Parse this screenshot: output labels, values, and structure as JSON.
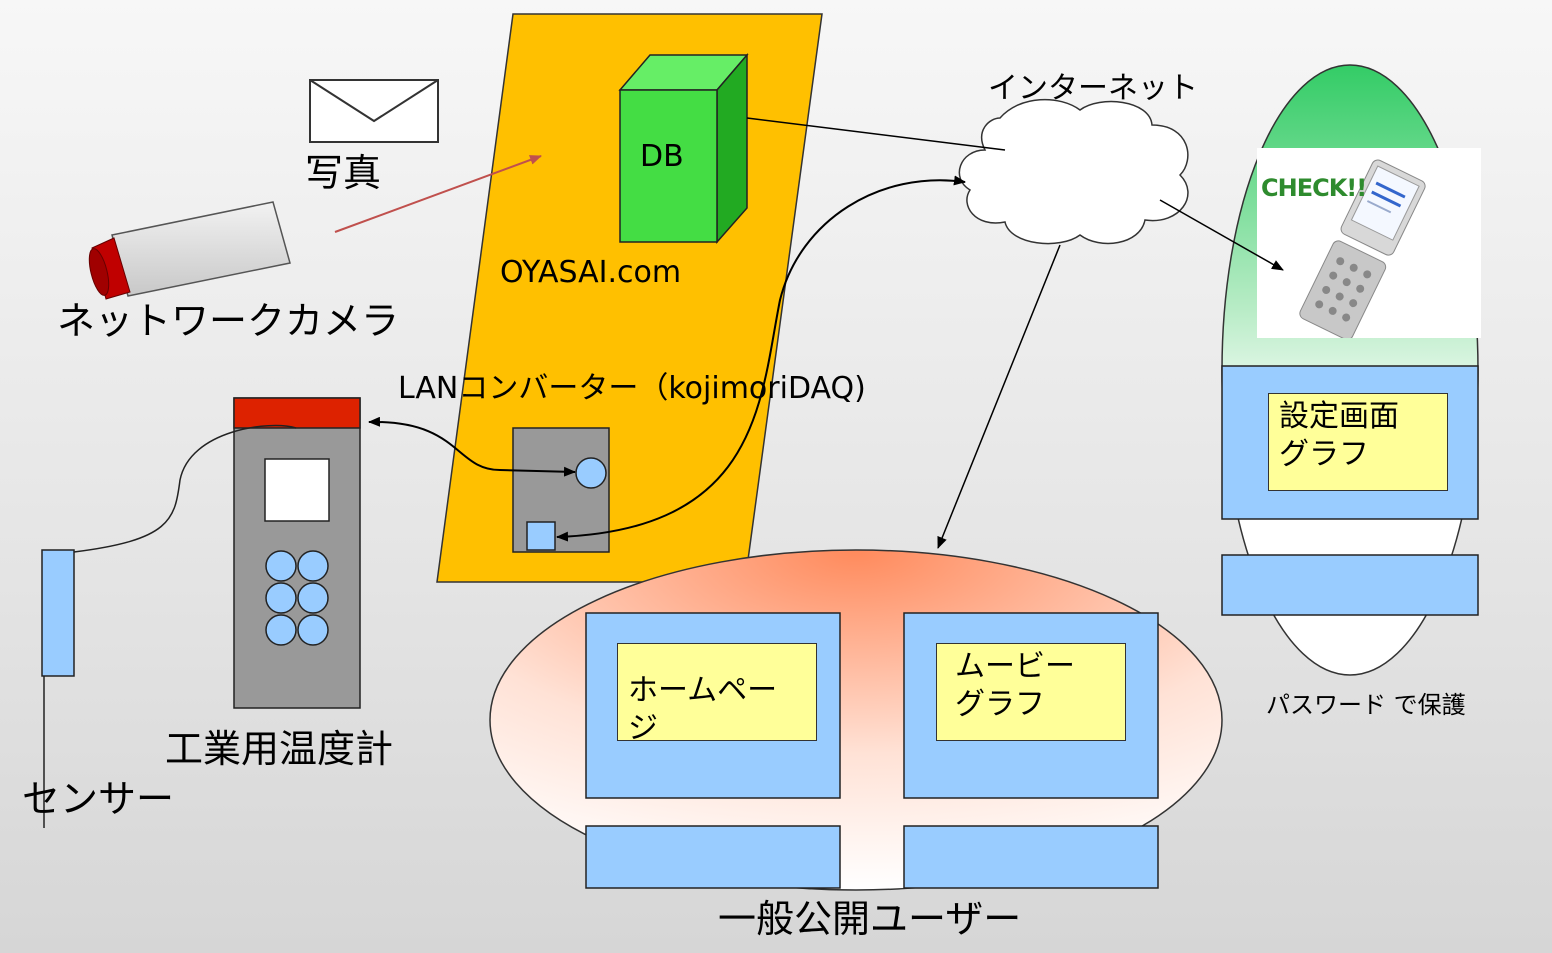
{
  "labels": {
    "photo": "写真",
    "network_camera": "ネットワークカメラ",
    "db": "DB",
    "site": "OYASAI.com",
    "lan_converter": "LANコンバーター（kojimoriDAQ)",
    "internet": "インターネット",
    "thermometer": "工業用温度計",
    "sensor": "センサー",
    "public_users": "一般公開ユーザー",
    "protected": "パスワード で保護",
    "check": "CHECK!!"
  },
  "boxes": {
    "settings": "設定画面",
    "settings_graph": "グラフ",
    "homepage": "ホームページ",
    "movie": "ムービー",
    "movie_graph": "グラフ"
  },
  "colors": {
    "server_panel": "#ffc000",
    "db_box": "#33cc33",
    "blue_box": "#99ccff",
    "yellow_box": "#ffff99",
    "thermometer_top": "#dd2200",
    "device_gray": "#999999",
    "camera_red": "#c00000",
    "check_green": "#2e8b2e",
    "arrow_red": "#c0504d"
  }
}
